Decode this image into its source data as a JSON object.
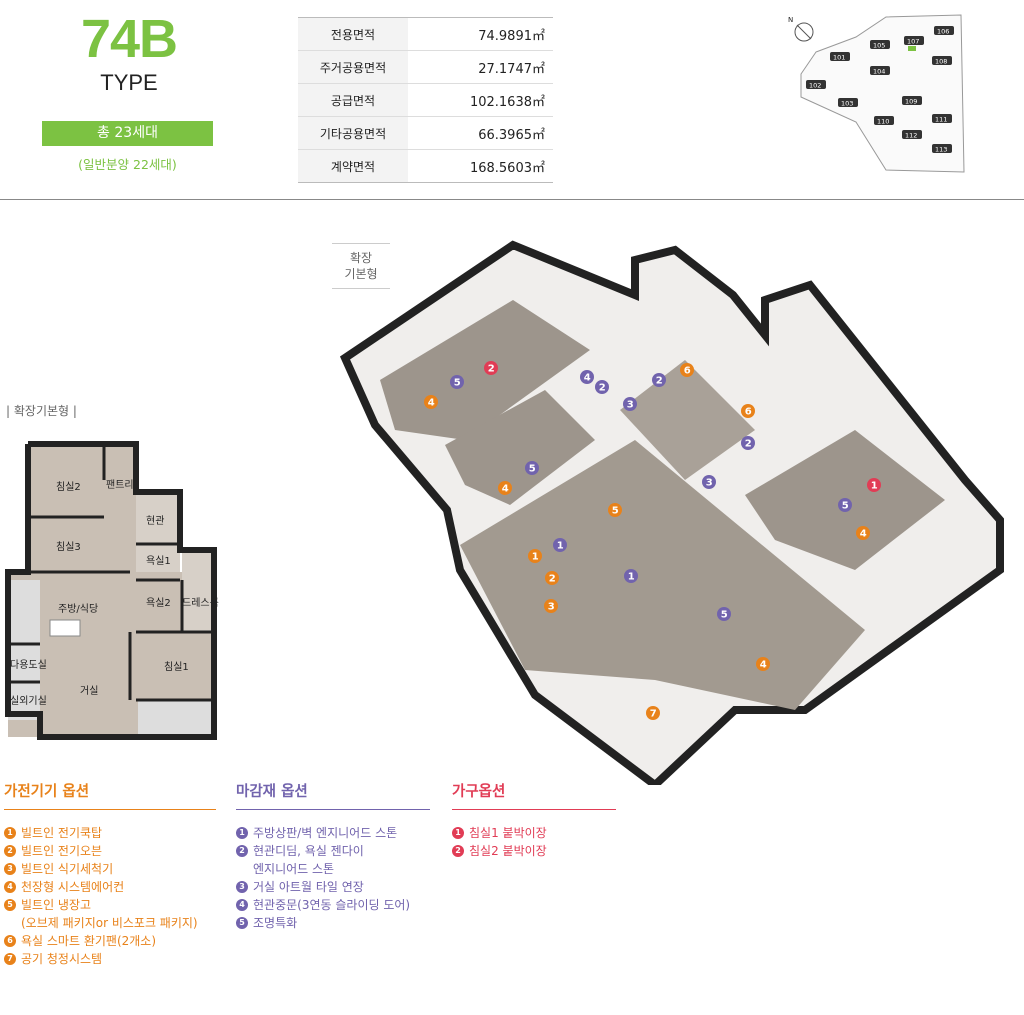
{
  "header": {
    "type_code": "74B",
    "type_label": "TYPE",
    "units_total": "총 23세대",
    "units_general": "(일반분양 22세대)"
  },
  "areas": [
    {
      "label": "전용면적",
      "value": "74.9891㎡"
    },
    {
      "label": "주거공용면적",
      "value": "27.1747㎡"
    },
    {
      "label": "공급면적",
      "value": "102.1638㎡"
    },
    {
      "label": "기타공용면적",
      "value": "66.3965㎡"
    },
    {
      "label": "계약면적",
      "value": "168.5603㎡"
    }
  ],
  "site_plan": {
    "north_label": "N",
    "buildings": [
      "101",
      "102",
      "103",
      "104",
      "105",
      "106",
      "107",
      "108",
      "109",
      "110",
      "111",
      "112",
      "113"
    ],
    "highlighted": "107"
  },
  "extension_tag": {
    "line1": "확장",
    "line2": "기본형"
  },
  "floor_plan": {
    "label": "| 확장기본형 |",
    "rooms": [
      "침실2",
      "팬트리",
      "현관",
      "침실3",
      "욕실1",
      "주방/식당",
      "욕실2",
      "드레스룸",
      "다용도실",
      "침실1",
      "실외기실",
      "거실"
    ]
  },
  "iso_markers": {
    "orange": [
      "1",
      "2",
      "3",
      "4",
      "4",
      "4",
      "4",
      "5",
      "6",
      "6",
      "7"
    ],
    "purple": [
      "1",
      "1",
      "2",
      "2",
      "2",
      "3",
      "3",
      "4",
      "5",
      "5",
      "5",
      "5"
    ],
    "red": [
      "1",
      "2"
    ]
  },
  "options": {
    "appliance": {
      "title": "가전기기 옵션",
      "items": [
        {
          "num": "1",
          "text": "빌트인 전기쿡탑"
        },
        {
          "num": "2",
          "text": "빌트인 전기오븐"
        },
        {
          "num": "3",
          "text": "빌트인 식기세척기"
        },
        {
          "num": "4",
          "text": "천장형 시스템에어컨"
        },
        {
          "num": "5",
          "text": "빌트인 냉장고",
          "sub": "(오브제 패키지or 비스포크 패키지)"
        },
        {
          "num": "6",
          "text": "욕실 스마트 환기팬(2개소)"
        },
        {
          "num": "7",
          "text": "공기 청정시스템"
        }
      ]
    },
    "finish": {
      "title": "마감재 옵션",
      "items": [
        {
          "num": "1",
          "text": "주방상판/벽 엔지니어드 스톤"
        },
        {
          "num": "2",
          "text": "현관디딤, 욕실 젠다이",
          "sub": "엔지니어드 스톤"
        },
        {
          "num": "3",
          "text": "거실 아트월 타일 연장"
        },
        {
          "num": "4",
          "text": "현관중문(3연동 슬라이딩 도어)"
        },
        {
          "num": "5",
          "text": "조명특화"
        }
      ]
    },
    "furniture": {
      "title": "가구옵션",
      "items": [
        {
          "num": "1",
          "text": "침실1 붙박이장"
        },
        {
          "num": "2",
          "text": "침실2 붙박이장"
        }
      ]
    }
  },
  "colors": {
    "brand_green": "#7cc242",
    "appliance_orange": "#e8821a",
    "finish_purple": "#7163ad",
    "furniture_red": "#e13c55"
  }
}
